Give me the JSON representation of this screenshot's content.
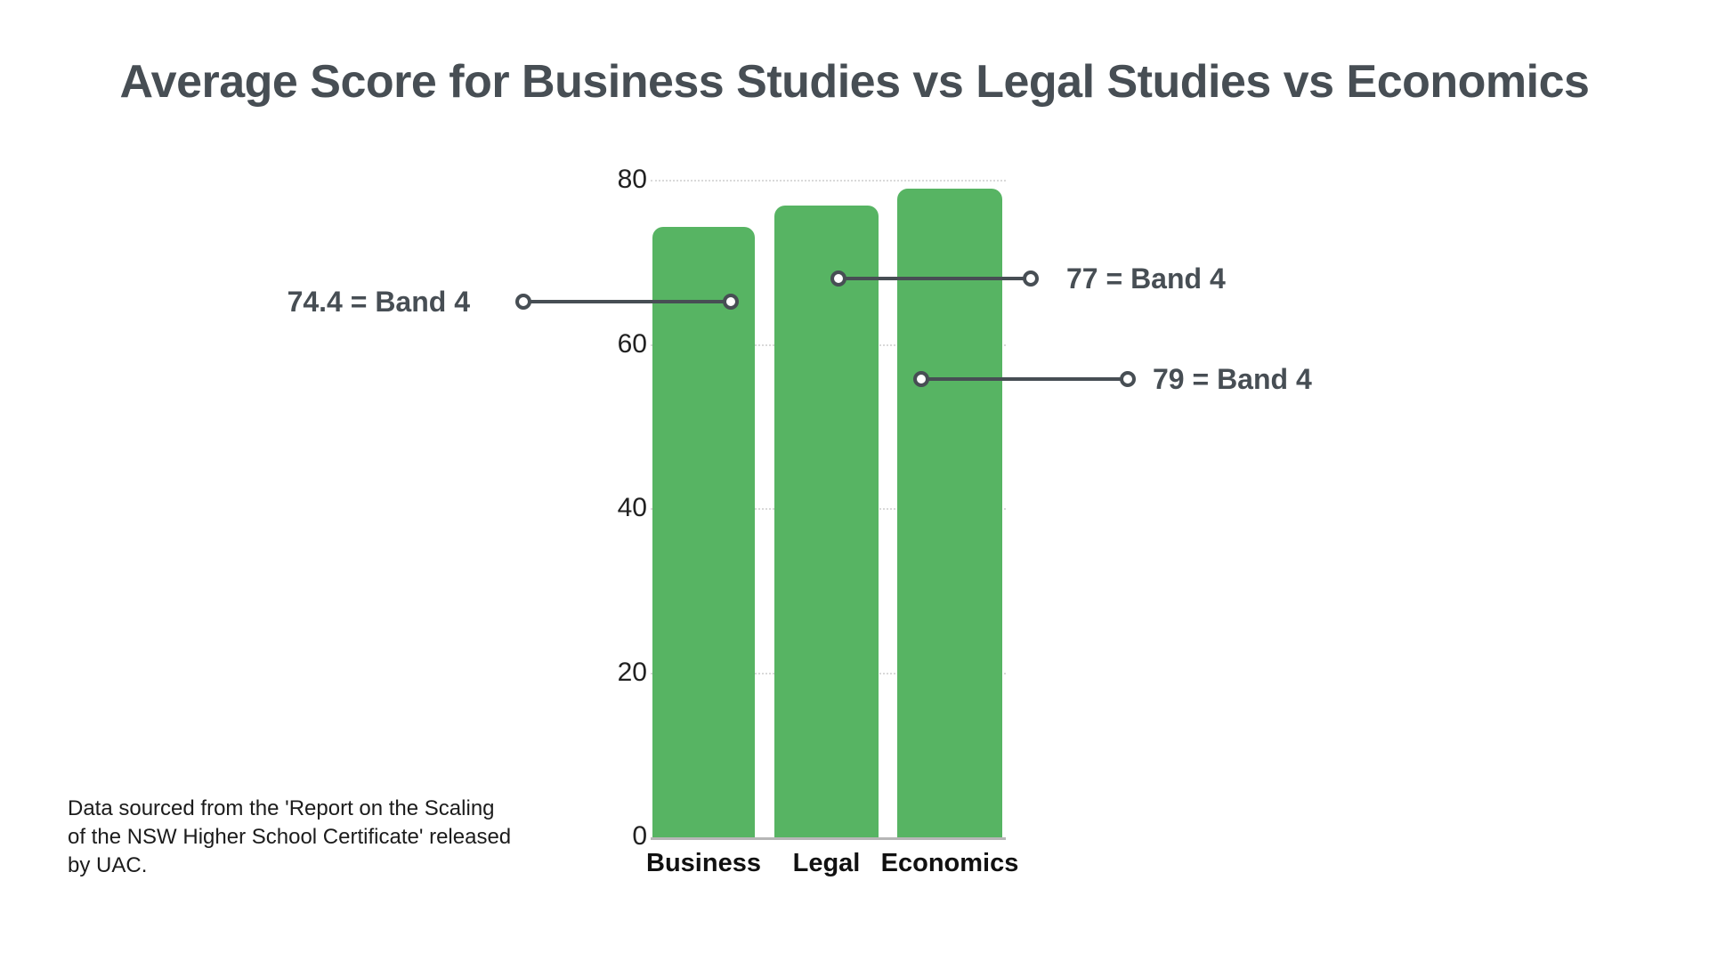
{
  "chart": {
    "title": "Average Score for Business Studies vs Legal Studies vs Economics"
  },
  "chart_data": {
    "type": "bar",
    "categories": [
      "Business",
      "Legal",
      "Economics"
    ],
    "values": [
      74.4,
      77,
      79
    ],
    "title": "Average Score for Business Studies vs Legal Studies vs Economics",
    "xlabel": "",
    "ylabel": "",
    "ylim": [
      0,
      80
    ],
    "yticks": [
      0,
      20,
      40,
      60,
      80
    ],
    "bar_color": "#57b463",
    "grid": "horizontal dotted, behind bars",
    "legend": "none",
    "annotations": [
      {
        "label": "74.4 = Band 4",
        "target": "Business",
        "side": "left"
      },
      {
        "label": "77 = Band 4",
        "target": "Legal",
        "side": "right"
      },
      {
        "label": "79 = Band 4",
        "target": "Economics",
        "side": "right"
      }
    ]
  },
  "footer": {
    "text": "Data sourced from the 'Report on the Scaling\nof the NSW Higher School Certificate' released\nby UAC."
  },
  "colors": {
    "accent_green": "#57b463",
    "dark_slate": "#474e54",
    "gridline": "#d9d9d9",
    "baseline": "#b6b6b6"
  }
}
